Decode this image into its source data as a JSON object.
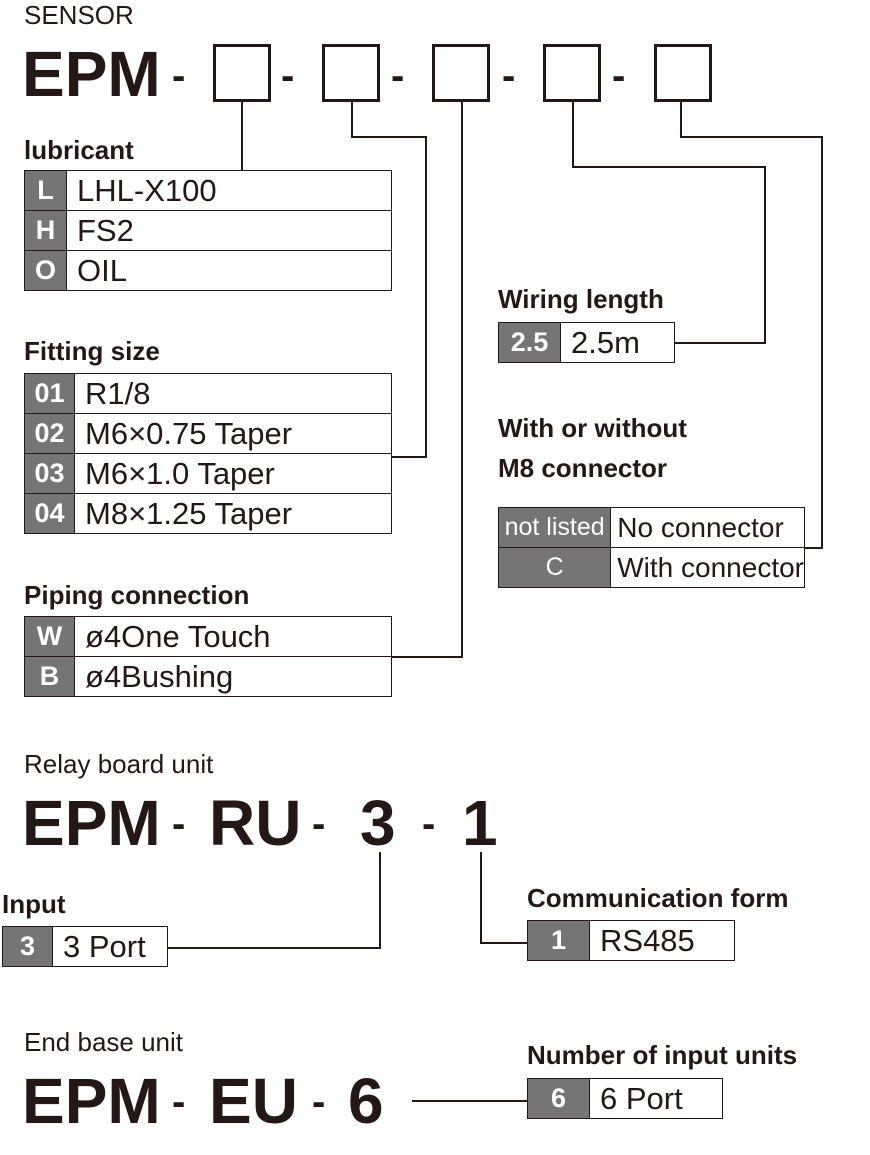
{
  "sensor": {
    "label": "SENSOR",
    "prefix": "EPM",
    "dashes": [
      "-",
      "-",
      "-",
      "-",
      "-"
    ],
    "groups": {
      "lubricant": {
        "title": "lubricant",
        "options": [
          {
            "code": "L",
            "desc": "LHL-X100"
          },
          {
            "code": "H",
            "desc": "FS2"
          },
          {
            "code": "O",
            "desc": "OIL"
          }
        ]
      },
      "fitting_size": {
        "title": "Fitting size",
        "options": [
          {
            "code": "01",
            "desc": "R1/8"
          },
          {
            "code": "02",
            "desc": "M6×0.75 Taper"
          },
          {
            "code": "03",
            "desc": "M6×1.0 Taper"
          },
          {
            "code": "04",
            "desc": "M8×1.25 Taper"
          }
        ]
      },
      "piping_connection": {
        "title": "Piping connection",
        "options": [
          {
            "code": "W",
            "desc": "ø4One Touch"
          },
          {
            "code": "B",
            "desc": "ø4Bushing"
          }
        ]
      },
      "wiring_length": {
        "title": "Wiring length",
        "options": [
          {
            "code": "2.5",
            "desc": "2.5m"
          }
        ]
      },
      "connector": {
        "title_line1": "With or without",
        "title_line2": "M8 connector",
        "options": [
          {
            "code": "not listed",
            "desc": "No connector"
          },
          {
            "code": "C",
            "desc": "With connector"
          }
        ]
      }
    }
  },
  "relay": {
    "label": "Relay board unit",
    "part1": "EPM",
    "dash1": "-",
    "part2": "RU",
    "dash2": "-",
    "part3": "3",
    "dash3": "-",
    "part4": "1",
    "input": {
      "title": "Input",
      "code": "3",
      "desc": "3 Port"
    },
    "communication": {
      "title": "Communication form",
      "code": "1",
      "desc": "RS485"
    }
  },
  "end_base": {
    "label": "End base unit",
    "part1": "EPM",
    "dash1": "-",
    "part2": "EU",
    "dash2": "-",
    "part3": "6",
    "units": {
      "title": "Number of input units",
      "code": "6",
      "desc": "6 Port"
    }
  },
  "colors": {
    "ink": "#231815",
    "code_fill": "#757575"
  }
}
